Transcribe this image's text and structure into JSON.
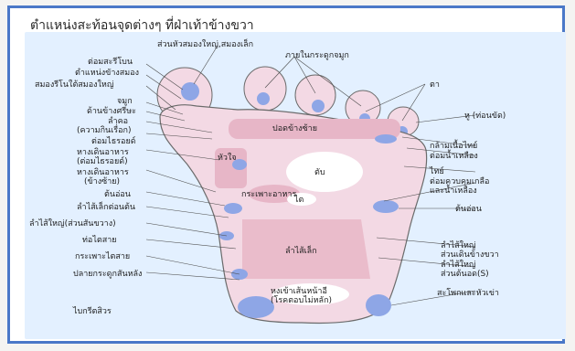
{
  "title": "ตำแหน่งสะท้อนจุดต่างๆ ที่ฝ่าเท้าข้างขวา",
  "colors": {
    "frame": "#4a78c8",
    "panel": "#e3f0ff",
    "foot_fill": "#f3d9e4",
    "zone_pink": "#e7b6c7",
    "zone_blue": "#8ea6e6",
    "zone_white": "#ffffff",
    "leader": "#4b4b4b"
  },
  "labels": {
    "top": "ส่วนหัวสมองใหญ่,สมองเล็ก",
    "top_right": "ภายในกระดูกจมูก",
    "eye": "ตา",
    "ear": "หู (ท่อนขัด)",
    "l1": "ต่อมสะรีโบน",
    "l2": "ตำแหน่งขัางสมอง",
    "l3": "สมองรีโนใต้สมองใหญ่",
    "l4": "จมูก",
    "l5": "ด้านข้างศรีษะ",
    "l6": "ลำคอ",
    "l7": "(ความกินเรื่อก)",
    "l8": "ต่อมไธรอยด์",
    "l9": "หางเดินอาหาร",
    "l10": "(ต่อมไธรอยด์)",
    "l11": "หางเดินอาหาร",
    "l12": "(ข้างซ้าย)",
    "l13": "ต้นอ่อน",
    "l14": "ลำไส้เล็กต่อนต้น",
    "l15": "ลำไส้ใหญ่(ส่วนสันขวาง)",
    "l16": "ท่อไตสาย",
    "l17": "กระเพาะไตสาย",
    "l18": "ปลายกระดูกสันหลัง",
    "l19": "ไบกรีตสิวร",
    "r1": "กล้ามเนื้อไทย์",
    "r2": "ต่อมน้ำเหลือง",
    "r3": "ไทย์",
    "r4": "ต่อมควบคุมเกลือ",
    "r5": "และน้ำเหลือง",
    "r6": "ต้นอ่อน",
    "r7": "ลำไส้ใหญ่",
    "r8": "ส่วนเดินข้างขวา",
    "r9": "ลำไส้ใหญ่",
    "r10": "ส่วนต้นอด(S)",
    "r11": "สะโพกและหัวเข่า",
    "in1": "ปอดข้างซ้าย",
    "in2": "หัวใจ",
    "in3": "ตับ",
    "in4": "กระเพาะอาหาร",
    "in5": "ไต",
    "in6": "ลำไส้เล็ก",
    "in7": "หงเข้าเส้นหน้าอี",
    "in8": "(โรคตอบไม่หลัก)"
  }
}
